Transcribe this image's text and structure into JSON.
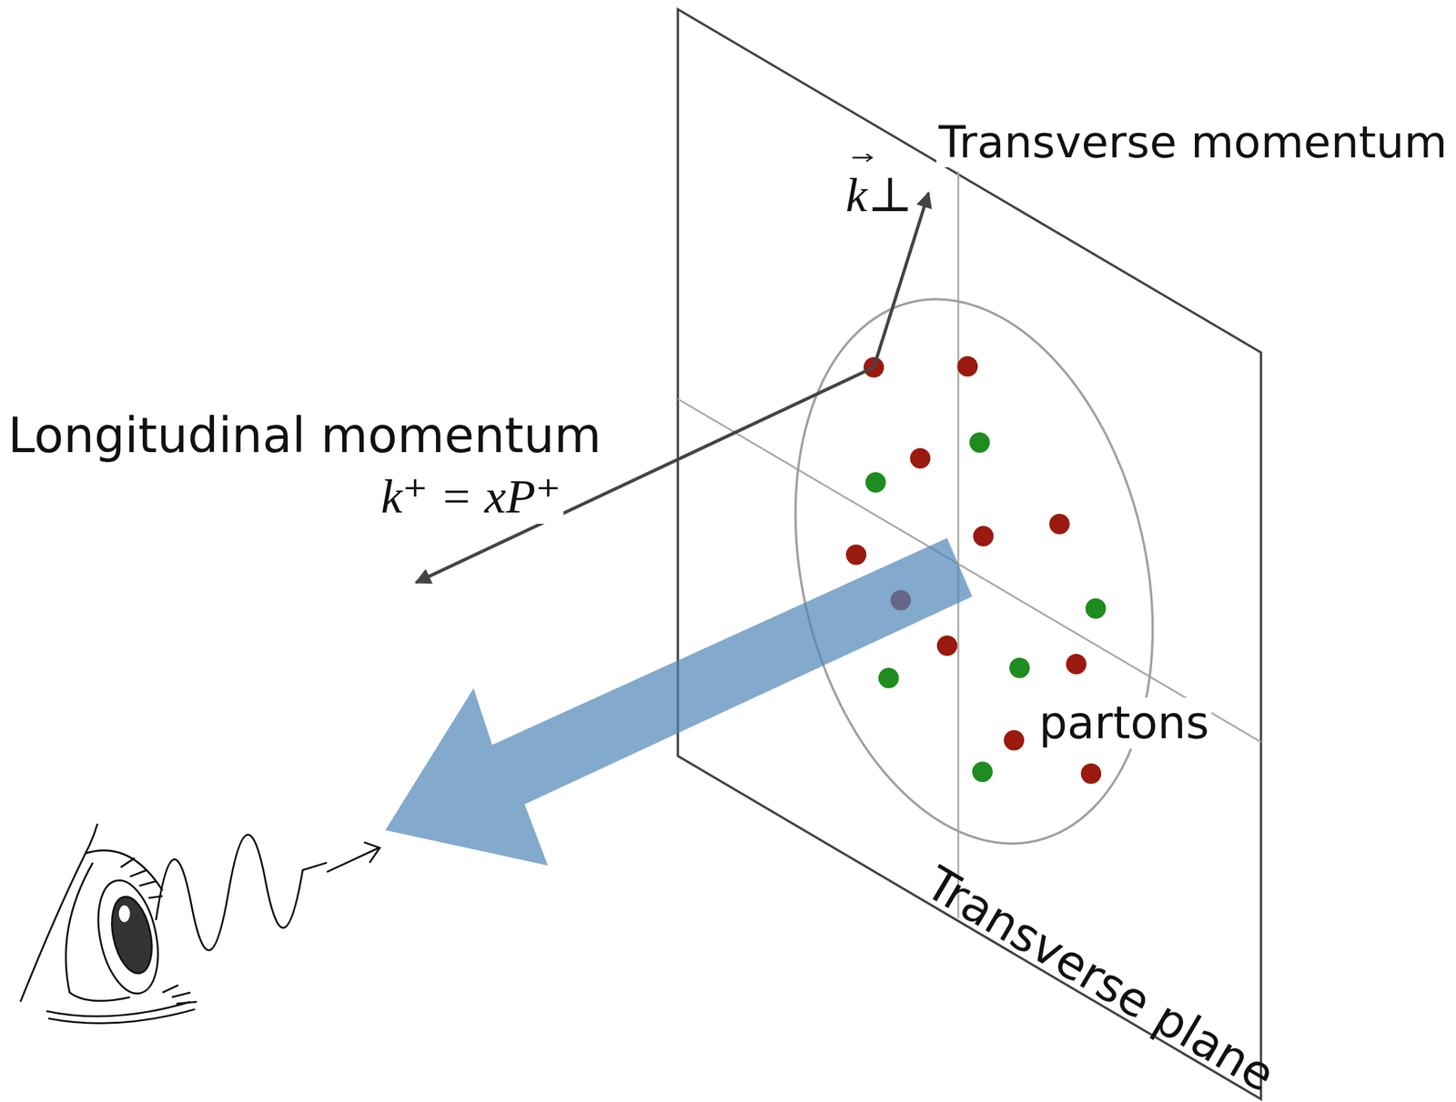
{
  "diagram": {
    "labels": [
      "Transverse momentum",
      "k⊥",
      "Longitudinal momentum",
      "k⁺ = xP⁺",
      "partons",
      "Transverse plane"
    ]
  }
}
